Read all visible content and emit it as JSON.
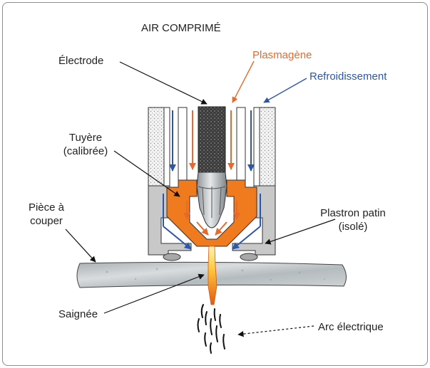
{
  "labels": {
    "air": "AIR COMPRIMÉ",
    "electrode": "Électrode",
    "plasmagene": "Plasmagène",
    "refroidissement": "Refroidissement",
    "tuyere_line1": "Tuyère",
    "tuyere_line2": "(calibrée)",
    "piece_line1": "Pièce à",
    "piece_line2": "couper",
    "plastron_line1": "Plastron patin",
    "plastron_line2": "(isolé)",
    "saignee": "Saignée",
    "arc": "Arc électrique"
  },
  "colors": {
    "plasma_gas": "#e8692c",
    "cooling": "#2c57a8",
    "nozzle": "#f07a1e",
    "housing": "#c8c8c8",
    "workpiece": "#b9c0c3",
    "text": "#222222"
  }
}
